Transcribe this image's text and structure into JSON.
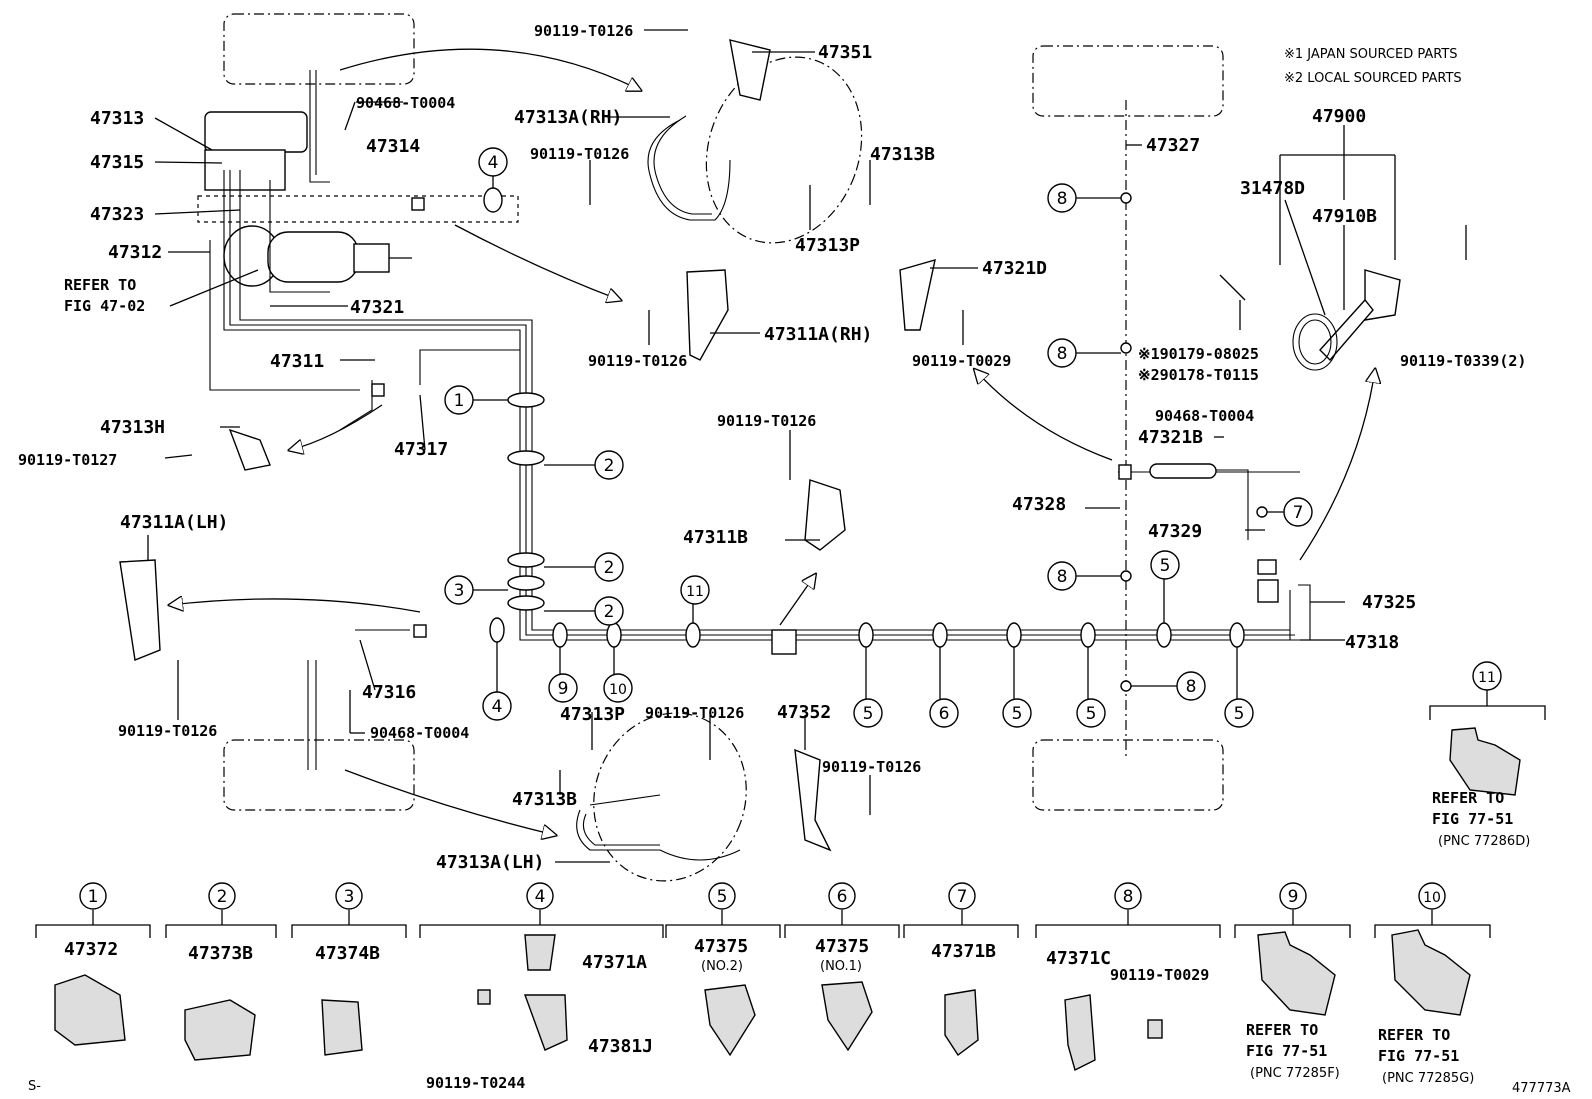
{
  "notes": {
    "note1": "※1 JAPAN SOURCED PARTS",
    "note2": "※2 LOCAL SOURCED PARTS",
    "corner_left": "S-",
    "diagram_id": "477773A"
  },
  "labels": {
    "l47351": "47351",
    "l90119_T0126_a": "90119-T0126",
    "l47313A_RH": "47313A(RH)",
    "l90119_T0126_b": "90119-T0126",
    "l47313B_a": "47313B",
    "l47313P_a": "47313P",
    "l47313": "47313",
    "l47315": "47315",
    "l47323": "47323",
    "l47312": "47312",
    "refer1": "REFER TO",
    "refer1b": "FIG 47-02",
    "l47321": "47321",
    "l90468_T0004_a": "90468-T0004",
    "l47314": "47314",
    "l47311": "47311",
    "l47313H": "47313H",
    "l90119_T0127": "90119-T0127",
    "l47317": "47317",
    "l47311A_RH": "47311A(RH)",
    "l90119_T0126_c": "90119-T0126",
    "l47321D": "47321D",
    "l90119_T0029_a": "90119-T0029",
    "l47327": "47327",
    "l47900": "47900",
    "l31478D": "31478D",
    "l47910B": "47910B",
    "l190179": "※190179-08025",
    "l290178": "※290178-T0115",
    "l90119_T0339": "90119-T0339(2)",
    "l90468_T0004_b": "90468-T0004",
    "l47321B": "47321B",
    "l47328": "47328",
    "l47329": "47329",
    "l47325": "47325",
    "l47318": "47318",
    "l90119_T0126_d": "90119-T0126",
    "l47311B": "47311B",
    "l47311A_LH": "47311A(LH)",
    "l90119_T0126_e": "90119-T0126",
    "l47316": "47316",
    "l90468_T0004_c": "90468-T0004",
    "l47313P_b": "47313P",
    "l90119_T0126_f": "90119-T0126",
    "l47352": "47352",
    "l90119_T0126_g": "90119-T0126",
    "l47313B_b": "47313B",
    "l47313A_LH": "47313A(LH)",
    "refer11a": "REFER TO",
    "refer11b": "FIG 77-51",
    "refer11c": "(PNC 77286D)"
  },
  "legend": [
    {
      "num": "1",
      "part": "47372"
    },
    {
      "num": "2",
      "part": "47373B"
    },
    {
      "num": "3",
      "part": "47374B"
    },
    {
      "num": "4",
      "part": "47371A",
      "part2": "47381J",
      "bolt": "90119-T0244"
    },
    {
      "num": "5",
      "part": "47375",
      "sub": "(NO.2)"
    },
    {
      "num": "6",
      "part": "47375",
      "sub": "(NO.1)"
    },
    {
      "num": "7",
      "part": "47371B"
    },
    {
      "num": "8",
      "part": "47371C",
      "bolt": "90119-T0029"
    },
    {
      "num": "9",
      "refer": "REFER TO",
      "fig": "FIG 77-51",
      "pnc": "(PNC 77285F)"
    },
    {
      "num": "10",
      "refer": "REFER TO",
      "fig": "FIG 77-51",
      "pnc": "(PNC 77285G)"
    }
  ],
  "callouts": {
    "c1": "1",
    "c2a": "2",
    "c2b": "2",
    "c2c": "2",
    "c3": "3",
    "c4a": "4",
    "c4b": "4",
    "c5a": "5",
    "c5b": "5",
    "c5c": "5",
    "c5d": "5",
    "c5e": "5",
    "c6": "6",
    "c7": "7",
    "c8a": "8",
    "c8b": "8",
    "c8c": "8",
    "c8d": "8",
    "c9": "9",
    "c10": "10",
    "c11a": "11",
    "c11b": "11"
  }
}
